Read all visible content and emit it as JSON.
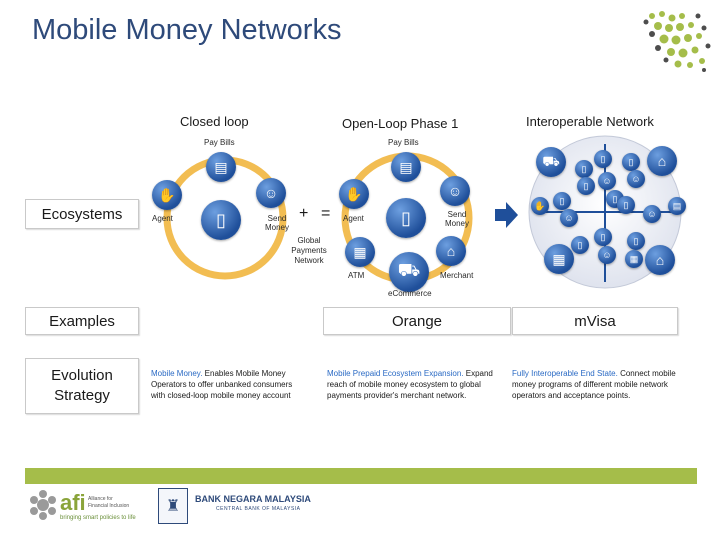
{
  "title": "Mobile Money Networks",
  "columns": {
    "closed_loop": "Closed loop",
    "open_loop": "Open-Loop Phase 1",
    "interoperable": "Interoperable Network"
  },
  "rows": {
    "ecosystems": "Ecosystems",
    "examples": "Examples",
    "evolution": "Evolution Strategy"
  },
  "closed_loop_diagram": {
    "pay_bills": "Pay Bills",
    "agent": "Agent",
    "send_money": "Send Money"
  },
  "operators": {
    "plus": "+",
    "equals": "="
  },
  "open_loop_diagram": {
    "pay_bills": "Pay Bills",
    "agent": "Agent",
    "send_money": "Send Money",
    "global_network": "Global Payments Network",
    "atm": "ATM",
    "merchant": "Merchant",
    "ecommerce": "eCommerce"
  },
  "examples": {
    "open_loop": "Orange",
    "interoperable": "mVisa"
  },
  "strategies": {
    "closed_loop": {
      "highlight": "Mobile Money.",
      "text": " Enables Mobile Money Operators to offer unbanked consumers with closed-loop mobile money account"
    },
    "open_loop": {
      "highlight": "Mobile Prepaid Ecosystem Expansion.",
      "text": " Expand reach of mobile money ecosystem to global payments provider's merchant network."
    },
    "interoperable": {
      "highlight": "Fully Interoperable End State.",
      "text": " Connect mobile money programs of different mobile network operators and acceptance points."
    }
  },
  "footer": {
    "afi_brand": "afi",
    "afi_lines": [
      "Alliance for",
      "Financial Inclusion"
    ],
    "afi_tagline": "bringing smart policies to life",
    "bnm_name": "BANK NEGARA MALAYSIA",
    "bnm_sub": "CENTRAL BANK OF MALAYSIA"
  },
  "colors": {
    "title": "#2e4a7a",
    "ring": "#f2bd52",
    "icon": "#1f4f9a",
    "highlight": "#2a6ac4",
    "footer_bar": "#a5bd4a",
    "arrow": "#1f4f9a"
  },
  "icons": [
    "bill-icon",
    "handshake-icon",
    "phone-icon",
    "person-group-icon",
    "atm-icon",
    "cart-icon",
    "storefront-icon",
    "globe-icon"
  ]
}
